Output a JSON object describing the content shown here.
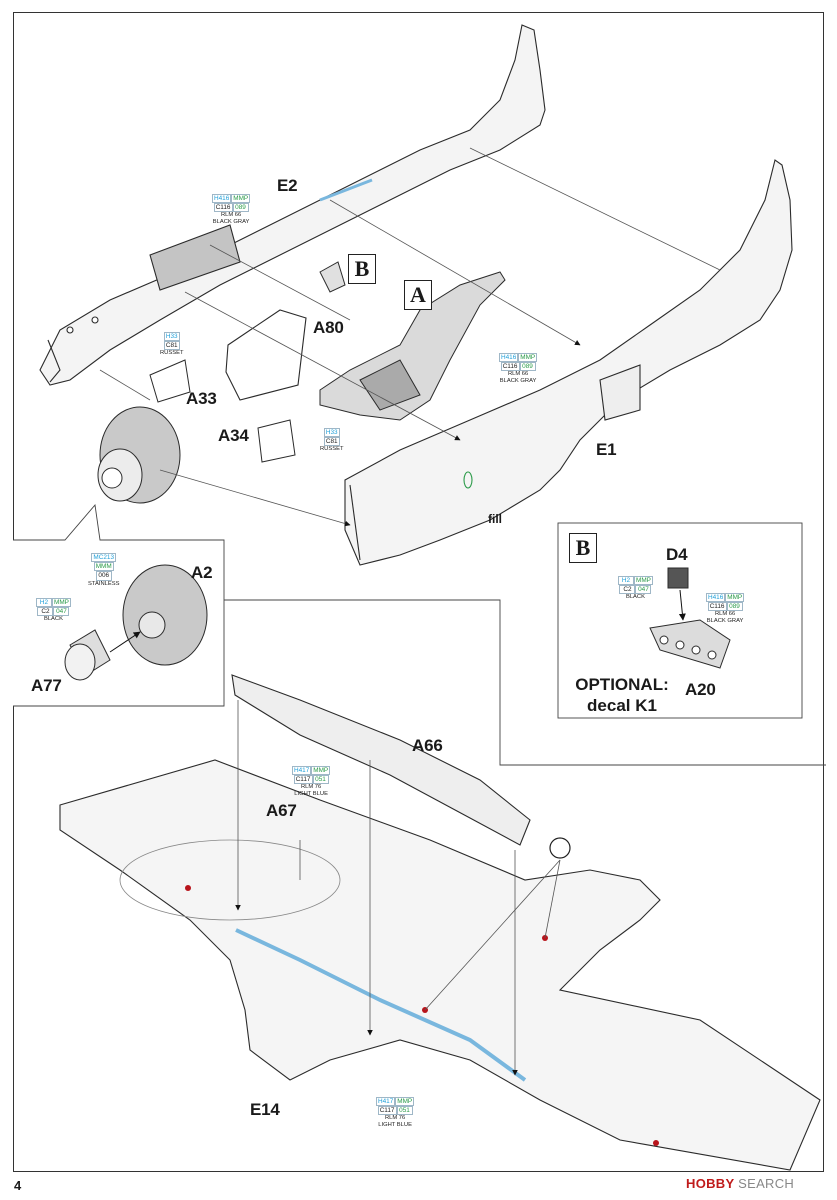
{
  "step_labels": {
    "B_top": "B",
    "A_top": "A",
    "B_inset": "B"
  },
  "parts": {
    "E2": "E2",
    "E1": "E1",
    "A80": "A80",
    "A33": "A33",
    "A34": "A34",
    "A2": "A2",
    "A77": "A77",
    "D4": "D4",
    "A20": "A20",
    "A66": "A66",
    "A67": "A67",
    "E14": "E14"
  },
  "fill_label": "fill",
  "optional": {
    "line1": "OPTIONAL:",
    "line2": "decal K1"
  },
  "callouts": {
    "e2_color": {
      "h": "H416",
      "mmp": "MMP",
      "c": "C116",
      "n": "089",
      "name1": "RLM 66",
      "name2": "BLACK GRAY"
    },
    "a33_color": {
      "h": "H33",
      "c": "C81",
      "name1": "RUSSET"
    },
    "a34_color": {
      "h": "H33",
      "c": "C81",
      "name1": "RUSSET"
    },
    "e1_color": {
      "h": "H416",
      "mmp": "MMP",
      "c": "C116",
      "n": "089",
      "name1": "RLM 66",
      "name2": "BLACK GRAY"
    },
    "a2_color": {
      "mc": "MC213",
      "mmm": "MMM",
      "n": "006",
      "name1": "STAINLESS"
    },
    "a77_color": {
      "h": "H2",
      "mmp": "MMP",
      "c": "C2",
      "n": "047",
      "name1": "BLACK"
    },
    "d4_black": {
      "h": "H2",
      "mmp": "MMP",
      "c": "C2",
      "n": "047",
      "name1": "BLACK"
    },
    "d4_gray": {
      "h": "H416",
      "mmp": "MMP",
      "c": "C116",
      "n": "089",
      "name1": "RLM 66",
      "name2": "BLACK GRAY"
    },
    "a66_color": {
      "h": "H417",
      "mmp": "MMP",
      "c": "C117",
      "n": "051",
      "name1": "RLM 76",
      "name2": "LIGHT BLUE"
    },
    "e14_color": {
      "h": "H417",
      "mmp": "MMP",
      "c": "C117",
      "n": "051",
      "name1": "RLM 76",
      "name2": "LIGHT BLUE"
    }
  },
  "colors": {
    "line": "#2b2b2b",
    "interior": "#b8c2cc",
    "light_blue": "#a9d3ea",
    "hole_red": "#b8141b",
    "gray_fill": "#d4d4d4"
  },
  "page_number": "4",
  "watermark": {
    "brand": "HOBBY",
    "tail": "SEARCH"
  }
}
